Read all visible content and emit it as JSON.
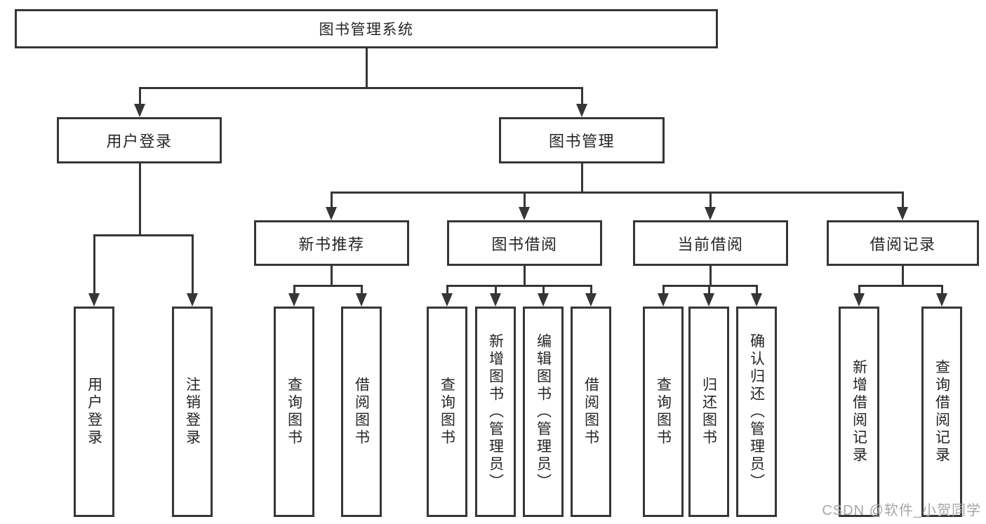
{
  "diagram": {
    "root": {
      "label": "图书管理系统"
    },
    "level2": [
      {
        "label": "用户登录"
      },
      {
        "label": "图书管理"
      }
    ],
    "level3": [
      {
        "label": "新书推荐"
      },
      {
        "label": "图书借阅"
      },
      {
        "label": "当前借阅"
      },
      {
        "label": "借阅记录"
      }
    ],
    "leaves": [
      {
        "label": "用户登录"
      },
      {
        "label": "注销登录"
      },
      {
        "label": "查询图书"
      },
      {
        "label": "借阅图书"
      },
      {
        "label": "查询图书"
      },
      {
        "label": "新增图书（管理员）"
      },
      {
        "label": "编辑图书（管理员）"
      },
      {
        "label": "借阅图书"
      },
      {
        "label": "查询图书"
      },
      {
        "label": "归还图书"
      },
      {
        "label": "确认归还（管理员）"
      },
      {
        "label": "新增借阅记录"
      },
      {
        "label": "查询借阅记录"
      }
    ]
  },
  "watermark": {
    "text": "CSDN @软件_小贺同学"
  },
  "colors": {
    "line": "#363636",
    "text": "#252525",
    "watermark": "#a6a6a6",
    "background": "#ffffff"
  }
}
